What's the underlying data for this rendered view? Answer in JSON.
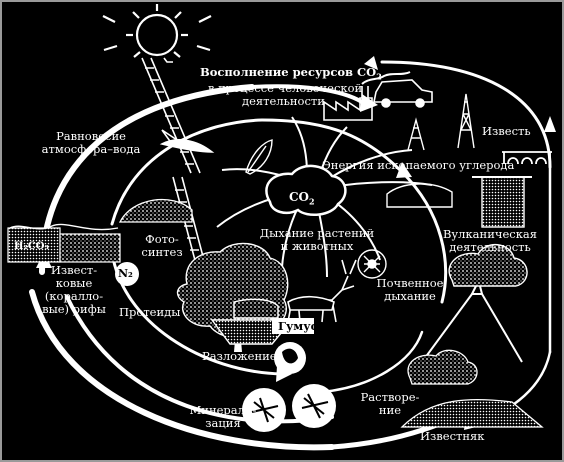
{
  "labels": {
    "title_part1": "Восполнение ресурсов CO",
    "title_sub": "2",
    "title_part2": "в процессе человеческой",
    "title_part3": "деятельности",
    "equilibrium_1": "Равновесие",
    "equilibrium_2": "атмосфера–вода",
    "fossil_energy": "Энергия ископаемого углерода",
    "lime": "Известь",
    "co2": "CO",
    "co2_sub": "2",
    "respiration_1": "Дыхание растений",
    "respiration_2": "и животных",
    "photosynthesis_1": "Фото-",
    "photosynthesis_2": "синтез",
    "volcanic_1": "Вулканическая",
    "volcanic_2": "деятельность",
    "h2co3": "H₂CO₃",
    "reefs_1": "Извест-",
    "reefs_2": "ковые",
    "reefs_3": "(коралло-",
    "reefs_4": "вые) рифы",
    "n2": "N₂",
    "proteins": "Протеиды",
    "soil_respiration_1": "Почвенное",
    "soil_respiration_2": "дыхание",
    "humus": "Гумус",
    "decomposition": "Разложение",
    "mineralization_1": "Минерали-",
    "mineralization_2": "зация",
    "dissolution_1": "Растворе-",
    "dissolution_2": "ние",
    "limestone": "Известняк"
  },
  "colors": {
    "background": "#000000",
    "foreground": "#ffffff",
    "border": "#9a9a9a"
  }
}
